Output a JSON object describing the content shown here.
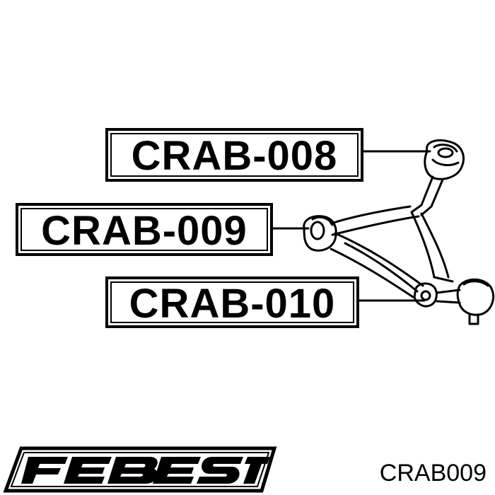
{
  "callouts": [
    {
      "label": "CRAB-008"
    },
    {
      "label": "CRAB-009"
    },
    {
      "label": "CRAB-010"
    }
  ],
  "brand": {
    "logo_text": "FEBEST"
  },
  "part_number": "CRAB009",
  "colors": {
    "ink": "#000000",
    "background": "#ffffff"
  }
}
